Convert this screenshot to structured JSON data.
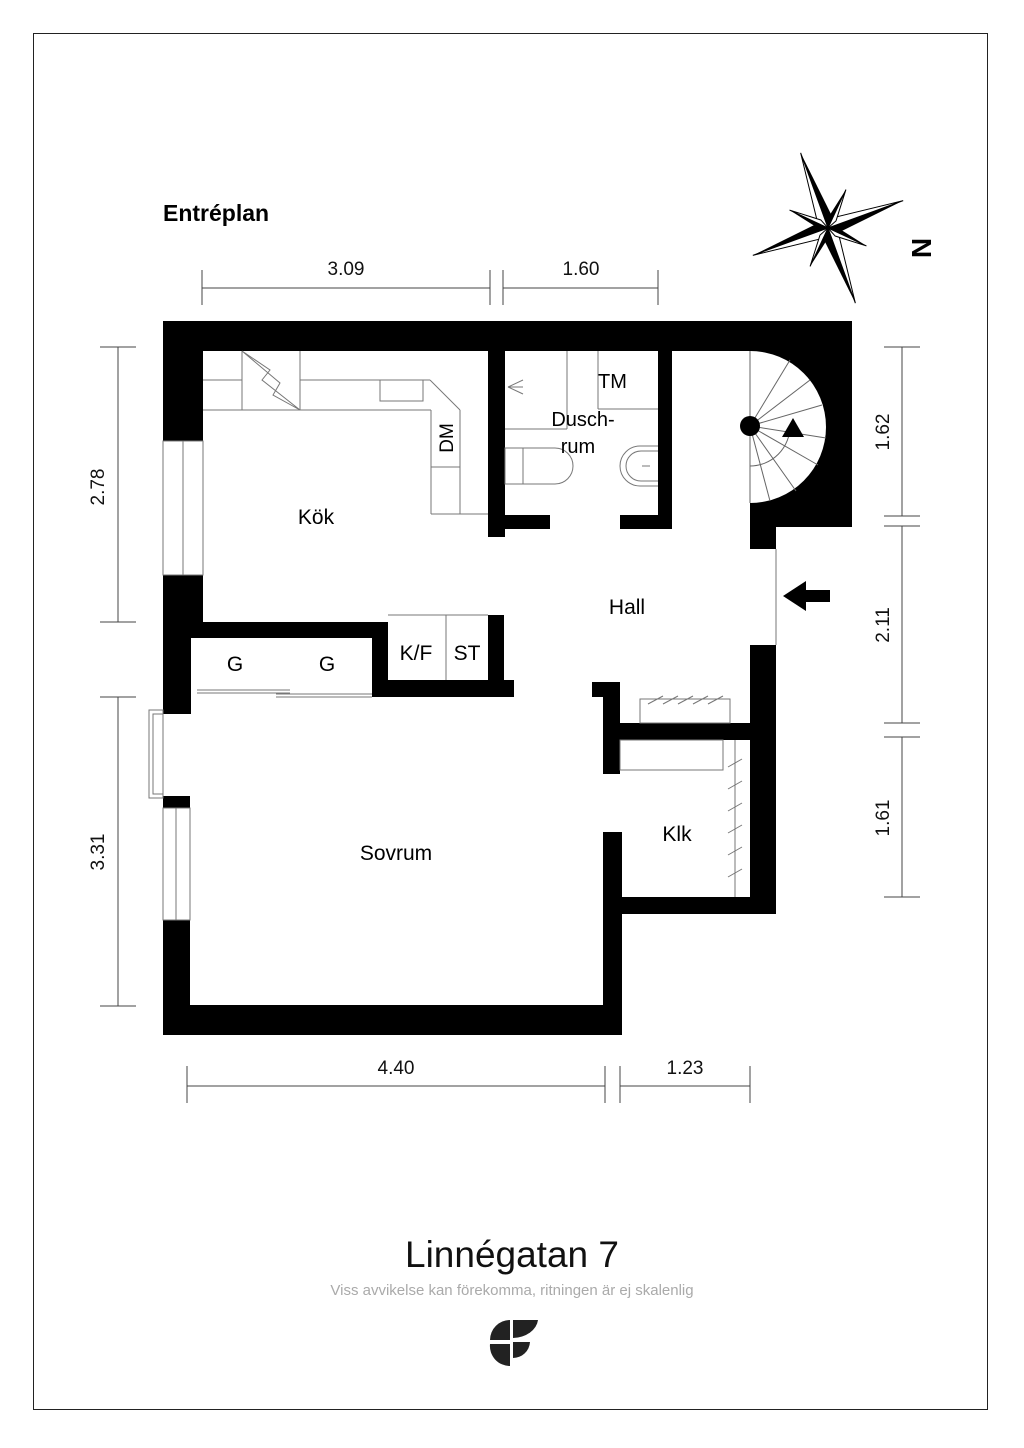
{
  "plan": {
    "title": "Entréplan",
    "north_label": "N"
  },
  "rooms": {
    "kitchen": "Kök",
    "shower_line1": "Dusch-",
    "shower_line2": "rum",
    "washer": "TM",
    "dishwasher": "DM",
    "hall": "Hall",
    "wardrobe1": "G",
    "wardrobe2": "G",
    "fridge_freezer": "K/F",
    "storage": "ST",
    "bedroom": "Sovrum",
    "closet": "Klk"
  },
  "dimensions": {
    "top_left": "3.09",
    "top_right": "1.60",
    "left_top": "2.78",
    "left_bottom": "3.31",
    "right_top": "1.62",
    "right_middle": "2.11",
    "right_bottom": "1.61",
    "bottom_left": "4.40",
    "bottom_right": "1.23"
  },
  "footer": {
    "address": "Linnégatan 7",
    "disclaimer": "Viss avvikelse kan förekomma, ritningen är ej skalenlig",
    "logo": "sf-logo-icon"
  },
  "colors": {
    "wall": "#000000",
    "line": "#777777",
    "disclaimer": "#aaaaaa"
  }
}
